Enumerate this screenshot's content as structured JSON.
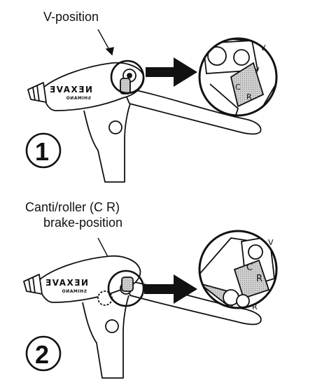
{
  "labels": {
    "v_position": "V-position",
    "cr_line1": "Canti/roller (C R)",
    "cr_line2": "brake-position"
  },
  "steps": [
    "1",
    "2"
  ],
  "brand": {
    "main": "NEXAVE",
    "sub": "SHIMANO"
  },
  "mode_marks": {
    "v": "V",
    "c": "C",
    "r": "R"
  },
  "colors": {
    "ink": "#111111",
    "shade": "#bdbdbd",
    "paper": "#ffffff"
  }
}
